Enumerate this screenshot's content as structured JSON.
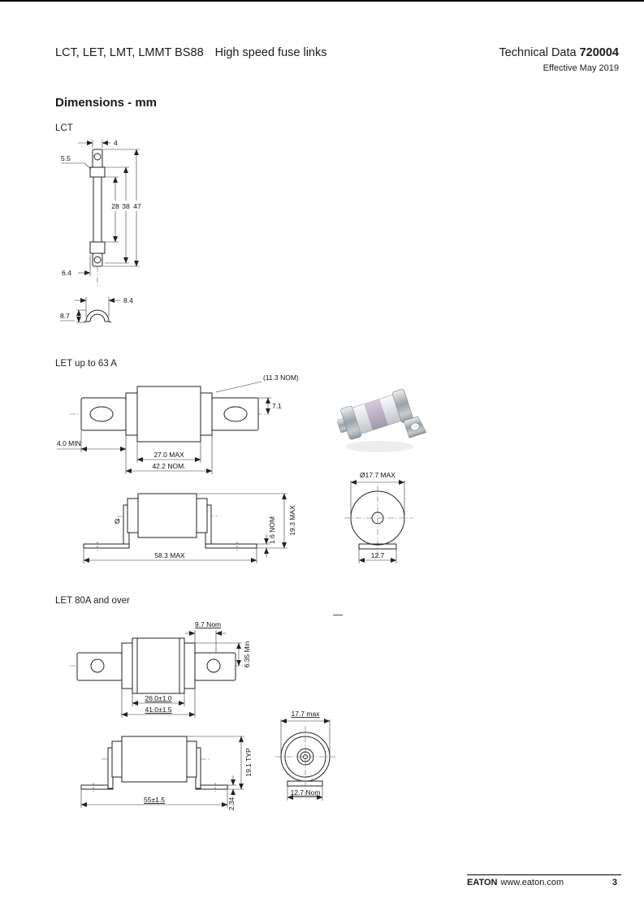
{
  "header": {
    "product_line": "LCT, LET, LMT, LMMT BS88",
    "product_desc": "High speed fuse links",
    "doc_type": "Technical Data ",
    "doc_number": "720004",
    "effective_date": "Effective May 2019"
  },
  "section_title": "Dimensions - mm",
  "lct": {
    "label": "LCT",
    "dims": {
      "tab_width": "4",
      "cap_height": "5.5",
      "len_inner": "28",
      "len_mid": "38",
      "len_overall": "47",
      "bottom_width": "6.4",
      "clip_width": "8.4",
      "clip_height": "8.7"
    }
  },
  "let63": {
    "label": "LET up to 63 A",
    "top_view": {
      "tab_note": "(11.3 NOM)",
      "tab_half": "7.1",
      "tab_min": "4.0 MIN",
      "body_len": "27.0 MAX",
      "overall_len": "42.2 NOM."
    },
    "side_view": {
      "overall_len": "58.3 MAX",
      "foot_thk": "1.6 NOM",
      "height": "19.3 MAX",
      "dia_symbol": "Ø"
    },
    "end_view": {
      "diameter": "Ø17.7 MAX",
      "base_width": "12.7"
    }
  },
  "let80": {
    "label": "LET 80A and over",
    "top_view": {
      "cap_len": "9.7 Nom",
      "tab_half": "6.35 Min",
      "body_len": "26.0±1.0",
      "overall_len": "41.0±1.5"
    },
    "side_view": {
      "overall_len": "55±1.5",
      "height": "19.1 TYP",
      "foot_thk": "2.34"
    },
    "end_view": {
      "diameter": "17.7 max",
      "base_width": "12.7 Nom"
    }
  },
  "footer": {
    "brand": "EATON",
    "url": "www.eaton.com",
    "page_number": "3"
  }
}
